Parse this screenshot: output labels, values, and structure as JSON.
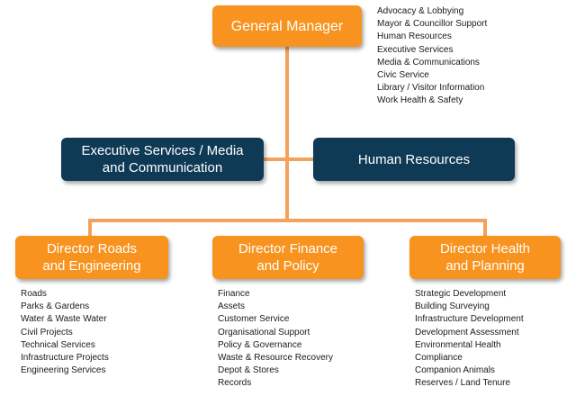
{
  "colors": {
    "orange": "#f7931e",
    "navy": "#0e3a56",
    "connector": "#f4a15b"
  },
  "general_manager": {
    "label": "General Manager",
    "responsibilities": [
      "Advocacy & Lobbying",
      "Mayor & Councillor Support",
      "Human Resources",
      "Executive Services",
      "Media & Communications",
      "Civic Service",
      "Library / Visitor Information",
      "Work Health & Safety"
    ]
  },
  "staff_units": {
    "executive_services": {
      "line1": "Executive Services / Media",
      "line2": "and Communication"
    },
    "human_resources": {
      "label": "Human Resources"
    }
  },
  "directors": [
    {
      "line1": "Director Roads",
      "line2": "and Engineering",
      "responsibilities": [
        "Roads",
        "Parks & Gardens",
        "Water & Waste Water",
        "Civil Projects",
        "Technical Services",
        "Infrastructure Projects",
        "Engineering Services"
      ]
    },
    {
      "line1": "Director Finance",
      "line2": "and Policy",
      "responsibilities": [
        "Finance",
        "Assets",
        "Customer Service",
        "Organisational Support",
        "Policy & Governance",
        "Waste & Resource Recovery",
        "Depot & Stores",
        "Records"
      ]
    },
    {
      "line1": "Director Health",
      "line2": "and Planning",
      "responsibilities": [
        "Strategic Development",
        "Building Surveying",
        "Infrastructure Development",
        "Development Assessment",
        "Environmental Health",
        "Compliance",
        "Companion Animals",
        "Reserves / Land Tenure"
      ]
    }
  ]
}
